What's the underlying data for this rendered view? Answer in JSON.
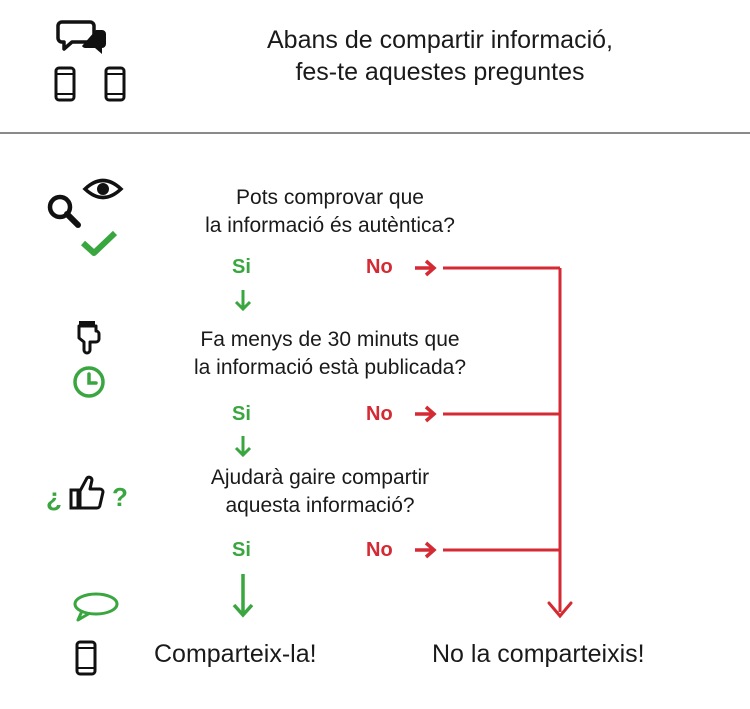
{
  "header": {
    "title_line1": "Abans de compartir informació,",
    "title_line2": "fes-te aquestes preguntes",
    "icons": [
      "chat-bubbles-icon",
      "smartphone-icon",
      "smartphone-icon"
    ]
  },
  "steps": [
    {
      "question_line1": "Pots comprovar que",
      "question_line2": "la informació és autèntica?",
      "yes_label": "Si",
      "no_label": "No",
      "icons": [
        "magnifier-icon",
        "eye-icon",
        "checkmark-icon"
      ]
    },
    {
      "question_line1": "Fa menys de 30 minuts que",
      "question_line2": "la informació està publicada?",
      "yes_label": "Si",
      "no_label": "No",
      "icons": [
        "pointing-hand-icon",
        "clock-icon"
      ]
    },
    {
      "question_line1": "Ajudarà gaire compartir",
      "question_line2": "aquesta informació?",
      "yes_label": "Si",
      "no_label": "No",
      "icons": [
        "thumbs-up-icon"
      ],
      "icon_marks": [
        "¿",
        "?"
      ]
    }
  ],
  "outcomes": {
    "share": "Comparteix-la!",
    "dont_share": "No la comparteixis!",
    "icons": [
      "speech-bubble-icon",
      "smartphone-icon"
    ]
  },
  "colors": {
    "yes": "#3aa640",
    "no": "#d42a33",
    "text": "#1a1a1a",
    "divider": "#8a8a8a"
  }
}
